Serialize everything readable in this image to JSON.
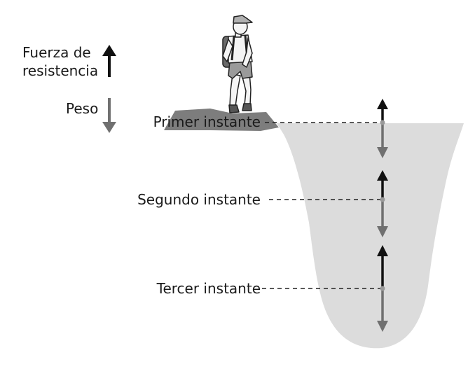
{
  "legend": {
    "resistance_line1": "Fuerza de",
    "resistance_line2": "resistencia",
    "weight": "Peso"
  },
  "instants": [
    {
      "label": "Primer instante"
    },
    {
      "label": "Segundo instante"
    },
    {
      "label": "Tercer instante"
    }
  ],
  "colors": {
    "resistance_arrow": "#111111",
    "weight_arrow": "#707070",
    "water": "#dcdcdc",
    "rock": "#7d7d7d"
  },
  "icons": {
    "hiker": "hiker-figure",
    "resistance": "up-arrow",
    "weight": "down-arrow"
  }
}
